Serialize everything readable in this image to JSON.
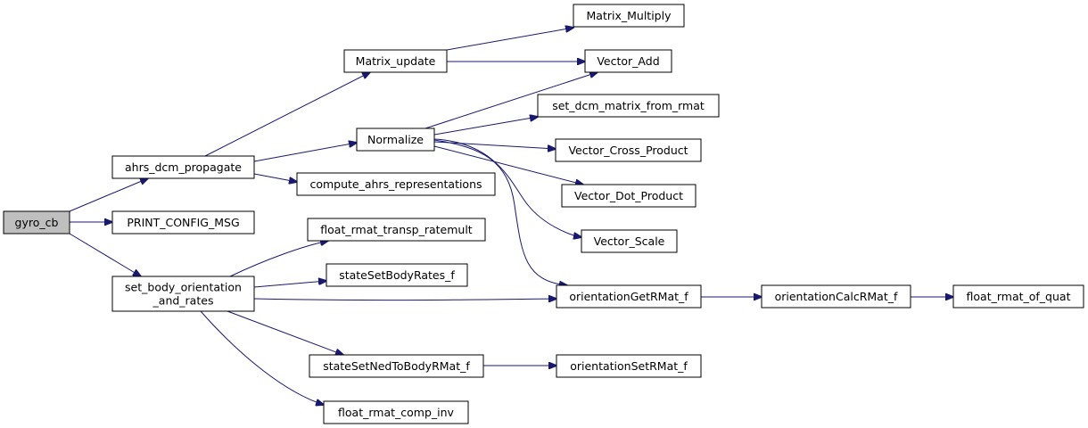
{
  "diagram": {
    "title": "",
    "colors": {
      "edge": "#191970",
      "node_fill": "#ffffff",
      "root_fill": "#bfbfbf",
      "border": "#000000"
    },
    "nodes": [
      {
        "id": "gyro_cb",
        "label": "gyro_cb",
        "root": true
      },
      {
        "id": "ahrs_dcm_propagate",
        "label": "ahrs_dcm_propagate"
      },
      {
        "id": "PRINT_CONFIG_MSG",
        "label": "PRINT_CONFIG_MSG"
      },
      {
        "id": "set_body_orientation_and_rates",
        "lines": [
          "set_body_orientation",
          "_and_rates"
        ]
      },
      {
        "id": "Matrix_update",
        "label": "Matrix_update"
      },
      {
        "id": "Normalize",
        "label": "Normalize"
      },
      {
        "id": "compute_ahrs_representations",
        "label": "compute_ahrs_representations"
      },
      {
        "id": "float_rmat_transp_ratemult",
        "label": "float_rmat_transp_ratemult"
      },
      {
        "id": "stateSetBodyRates_f",
        "label": "stateSetBodyRates_f"
      },
      {
        "id": "stateSetNedToBodyRMat_f",
        "label": "stateSetNedToBodyRMat_f"
      },
      {
        "id": "float_rmat_comp_inv",
        "label": "float_rmat_comp_inv"
      },
      {
        "id": "Matrix_Multiply",
        "label": "Matrix_Multiply"
      },
      {
        "id": "Vector_Add",
        "label": "Vector_Add"
      },
      {
        "id": "set_dcm_matrix_from_rmat",
        "label": "set_dcm_matrix_from_rmat"
      },
      {
        "id": "Vector_Cross_Product",
        "label": "Vector_Cross_Product"
      },
      {
        "id": "Vector_Dot_Product",
        "label": "Vector_Dot_Product"
      },
      {
        "id": "Vector_Scale",
        "label": "Vector_Scale"
      },
      {
        "id": "orientationGetRMat_f",
        "label": "orientationGetRMat_f"
      },
      {
        "id": "orientationSetRMat_f",
        "label": "orientationSetRMat_f"
      },
      {
        "id": "orientationCalcRMat_f",
        "label": "orientationCalcRMat_f"
      },
      {
        "id": "float_rmat_of_quat",
        "label": "float_rmat_of_quat"
      }
    ],
    "edges": [
      {
        "from": "gyro_cb",
        "to": "ahrs_dcm_propagate"
      },
      {
        "from": "gyro_cb",
        "to": "PRINT_CONFIG_MSG"
      },
      {
        "from": "gyro_cb",
        "to": "set_body_orientation_and_rates"
      },
      {
        "from": "ahrs_dcm_propagate",
        "to": "Matrix_update"
      },
      {
        "from": "ahrs_dcm_propagate",
        "to": "Normalize"
      },
      {
        "from": "ahrs_dcm_propagate",
        "to": "compute_ahrs_representations"
      },
      {
        "from": "Matrix_update",
        "to": "Matrix_Multiply"
      },
      {
        "from": "Matrix_update",
        "to": "Vector_Add"
      },
      {
        "from": "Normalize",
        "to": "Vector_Add"
      },
      {
        "from": "Normalize",
        "to": "set_dcm_matrix_from_rmat"
      },
      {
        "from": "Normalize",
        "to": "Vector_Cross_Product"
      },
      {
        "from": "Normalize",
        "to": "Vector_Dot_Product"
      },
      {
        "from": "Normalize",
        "to": "Vector_Scale"
      },
      {
        "from": "Normalize",
        "to": "orientationGetRMat_f"
      },
      {
        "from": "set_body_orientation_and_rates",
        "to": "float_rmat_transp_ratemult"
      },
      {
        "from": "set_body_orientation_and_rates",
        "to": "stateSetBodyRates_f"
      },
      {
        "from": "set_body_orientation_and_rates",
        "to": "orientationGetRMat_f"
      },
      {
        "from": "set_body_orientation_and_rates",
        "to": "stateSetNedToBodyRMat_f"
      },
      {
        "from": "set_body_orientation_and_rates",
        "to": "float_rmat_comp_inv"
      },
      {
        "from": "orientationGetRMat_f",
        "to": "orientationCalcRMat_f"
      },
      {
        "from": "orientationCalcRMat_f",
        "to": "float_rmat_of_quat"
      },
      {
        "from": "stateSetNedToBodyRMat_f",
        "to": "orientationSetRMat_f"
      }
    ]
  }
}
